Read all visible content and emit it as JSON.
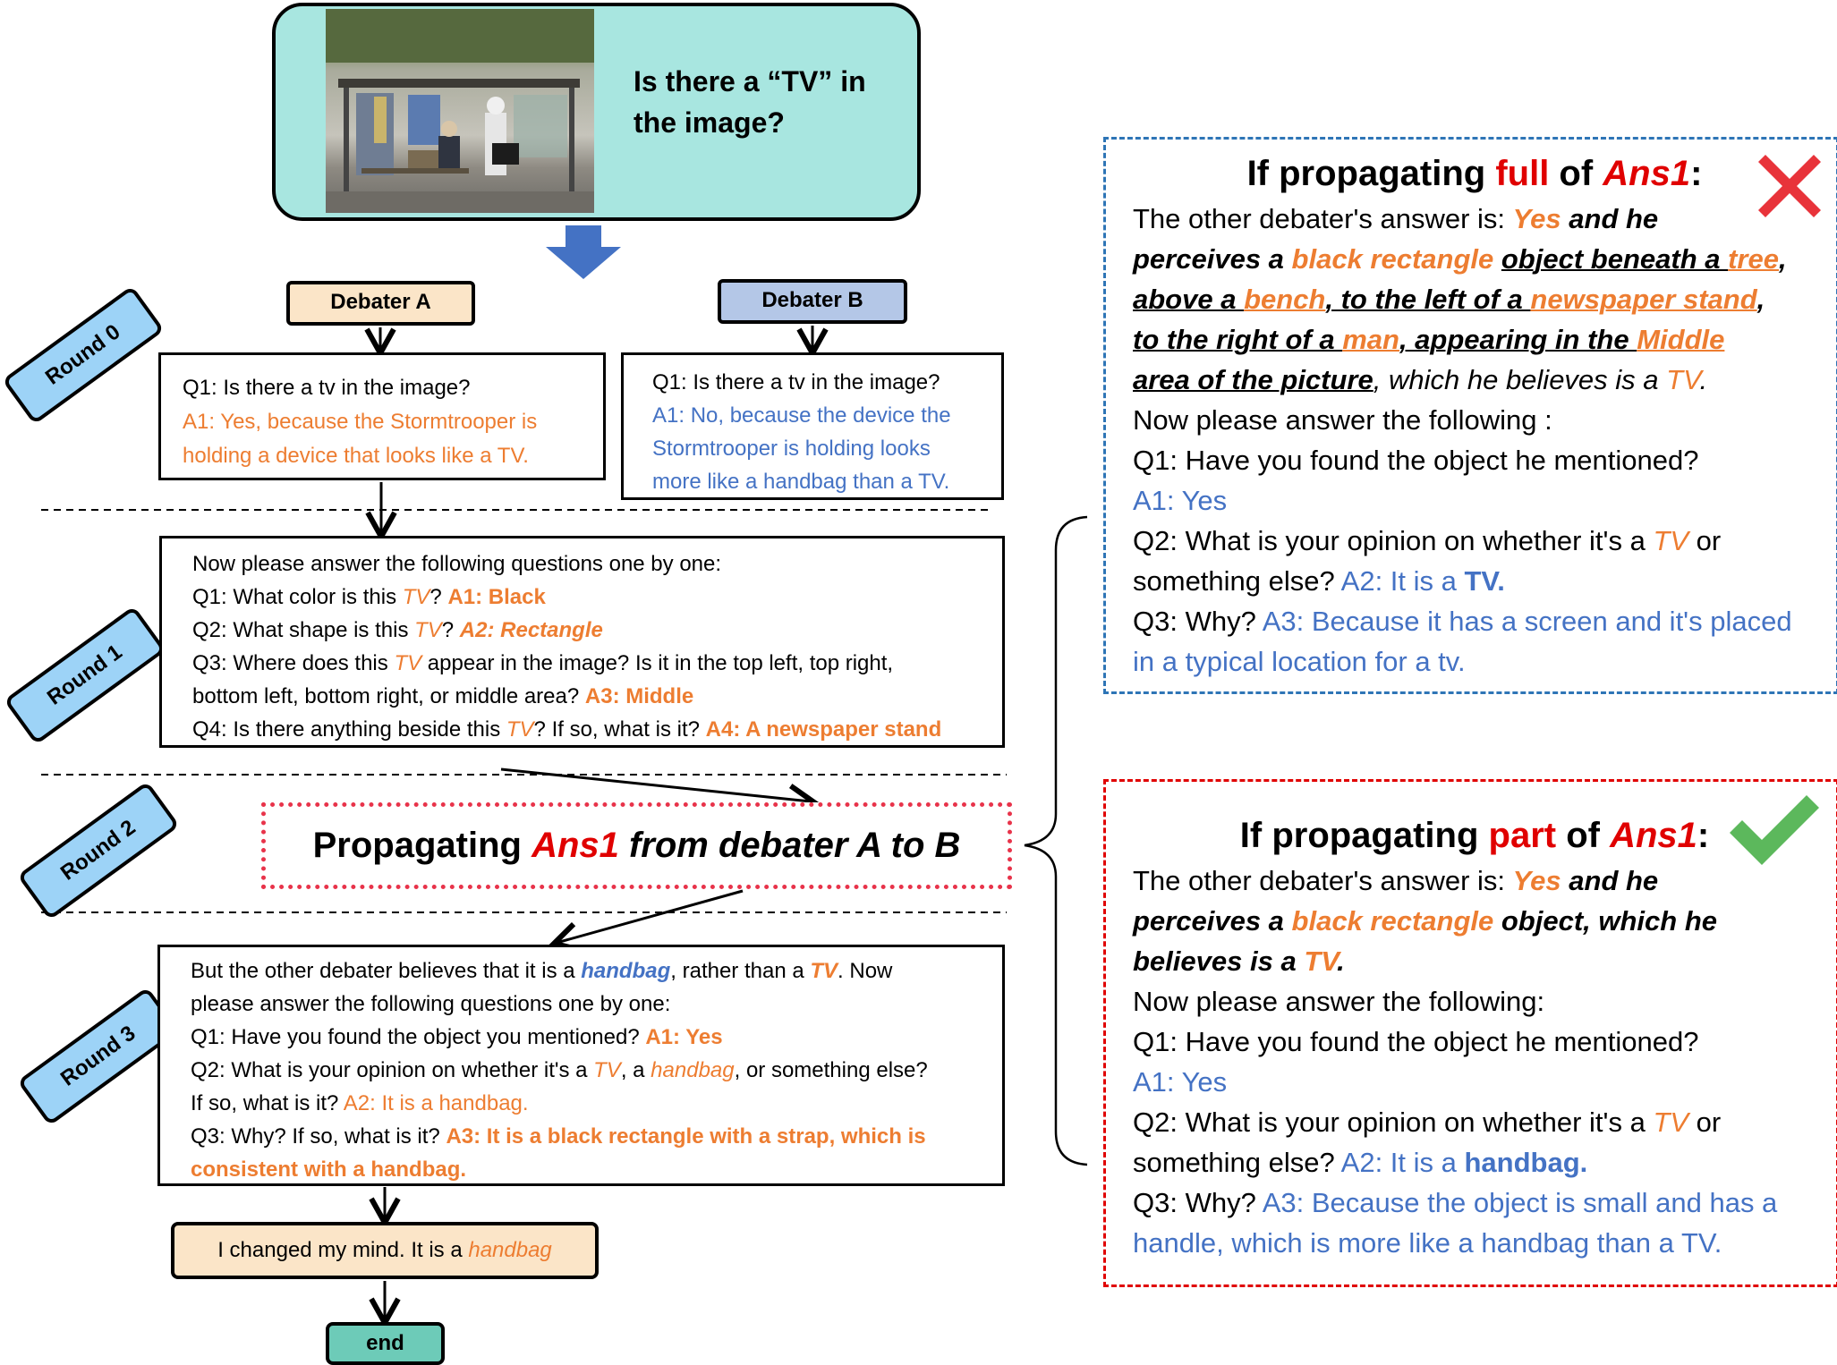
{
  "question": {
    "text": "Is there a “TV” in the image?",
    "image": "bus stop photo with a man on a bench and a stormtrooper holding a handbag"
  },
  "debater_a": {
    "label": "Debater A"
  },
  "debater_b": {
    "label": "Debater B"
  },
  "rounds": {
    "r0": "Round 0",
    "r1": "Round 1",
    "r2": "Round 2",
    "r3": "Round 3"
  },
  "round0_a": {
    "q1": "Q1: Is there a tv in the image?",
    "a1": "A1: Yes, because the Stormtrooper is holding a device that looks like a TV."
  },
  "round0_b": {
    "q1": "Q1: Is there a tv in the image?",
    "a1": "A1: No, because the device the Stormtrooper is holding looks more like a handbag than a TV."
  },
  "round1": {
    "intro": "Now please answer the following questions one by one:",
    "q1_pre": "Q1: What color is this ",
    "q1_obj": "TV",
    "q1_post": "? ",
    "a1": "A1: Black",
    "q2_pre": "Q2: What shape is this ",
    "q2_obj": "TV",
    "q2_post": "? ",
    "a2": "A2: Rectangle",
    "q3_pre": "Q3: Where does this ",
    "q3_obj": "TV",
    "q3_post": " appear in the image? Is it in the top left, top right,",
    "q3_line2": "bottom left, bottom right, or middle area? ",
    "a3": "A3: Middle",
    "q4_pre": "Q4: Is there anything beside this ",
    "q4_obj": "TV",
    "q4_post": "? If so, what is it? ",
    "a4": "A4: A newspaper stand"
  },
  "round2": {
    "pre": "Propagating ",
    "ans": "Ans1",
    "post": " from debater A to B"
  },
  "round3": {
    "l1_pre": "But the other debater believes that it is a ",
    "l1_handbag": "handbag",
    "l1_mid": ", rather than a ",
    "l1_tv": "TV",
    "l1_post": ". Now",
    "l2": "please answer the following questions one by one:",
    "q1": "Q1: Have you found the object you mentioned? ",
    "a1": "A1: Yes",
    "q2_pre": "Q2: What is your opinion on whether it's a ",
    "q2_tv": "TV",
    "q2_mid": ", a ",
    "q2_handbag": "handbag",
    "q2_post": ", or something else?",
    "q2_line2": "If so, what is it? ",
    "a2": "A2: It is a handbag.",
    "q3": "Q3: Why? If so, what is it? ",
    "a3": "A3: It is a black rectangle with a strap, which is consistent with a handbag."
  },
  "changed": {
    "pre": "I changed my mind. It is a ",
    "obj": "handbag"
  },
  "end": {
    "label": "end"
  },
  "full_panel": {
    "title_pre": "If propagating ",
    "title_key": "full",
    "title_mid": " of ",
    "title_ans": "Ans1",
    "title_post": ":",
    "l1_pre": "The other debater's answer is: ",
    "l1_yes": "Yes",
    "l1_and": " and he",
    "l2_pre": "perceives a ",
    "l2_obj": "black rectangle",
    "l2_sp": " ",
    "l2_u": "object beneath a ",
    "l2_tree": "tree",
    "l2_post": ",",
    "l3_u1": "above a ",
    "l3_bench": "bench",
    "l3_u2": ", to the left of a ",
    "l3_news": "newspaper stand",
    "l3_post": ",",
    "l4_u1": "to the right of a ",
    "l4_man": "man",
    "l4_u2": ", appearing in the ",
    "l4_mid": " Middle",
    "l5_u": "area of the picture",
    "l5_post": ", which he believes is a ",
    "l5_tv": "TV",
    "l5_end": ".",
    "l6": "Now please answer the following :",
    "q1": "Q1: Have you found the object he mentioned?",
    "a1": "A1: Yes",
    "q2_pre": "Q2: What is your opinion on whether it's a ",
    "q2_tv": "TV",
    "q2_post": " or",
    "q2_line2": "something else? ",
    "a2_pre": "A2: It is a ",
    "a2_val": "TV.",
    "q3": "Q3: Why? ",
    "a3": "A3: Because it has a screen and it's placed in a typical location for a tv."
  },
  "part_panel": {
    "title_pre": "If propagating ",
    "title_key": "part",
    "title_mid": " of ",
    "title_ans": "Ans1",
    "title_post": ":",
    "l1_pre": "The other debater's answer is: ",
    "l1_yes": "Yes",
    "l1_and": " and he",
    "l2_pre": "perceives a ",
    "l2_obj": "black rectangle",
    "l2_post": " object, which he",
    "l3_pre": "believes is a ",
    "l3_tv": "TV",
    "l3_end": ".",
    "l4": "Now please answer the following:",
    "q1": "Q1: Have you found the object he mentioned?",
    "a1": "A1: Yes",
    "q2_pre": "Q2: What is your opinion on whether it's a ",
    "q2_tv": "TV",
    "q2_post": " or",
    "q2_line2": "something else? ",
    "a2_pre": "A2: It is a ",
    "a2_val": "handbag.",
    "q3": "Q3: Why? ",
    "a3": "A3: Because the object is small and has a handle, which is more like a handbag than a TV."
  },
  "colors": {
    "orange": "#ED7D31",
    "blue": "#4472C4",
    "red": "#E00000",
    "question_bg": "#A8E6E0",
    "debater_a_bg": "#FBE5C8",
    "debater_b_bg": "#B4C7E7",
    "round_tag_bg": "#9DD3F7",
    "end_bg": "#6DCBB8"
  }
}
